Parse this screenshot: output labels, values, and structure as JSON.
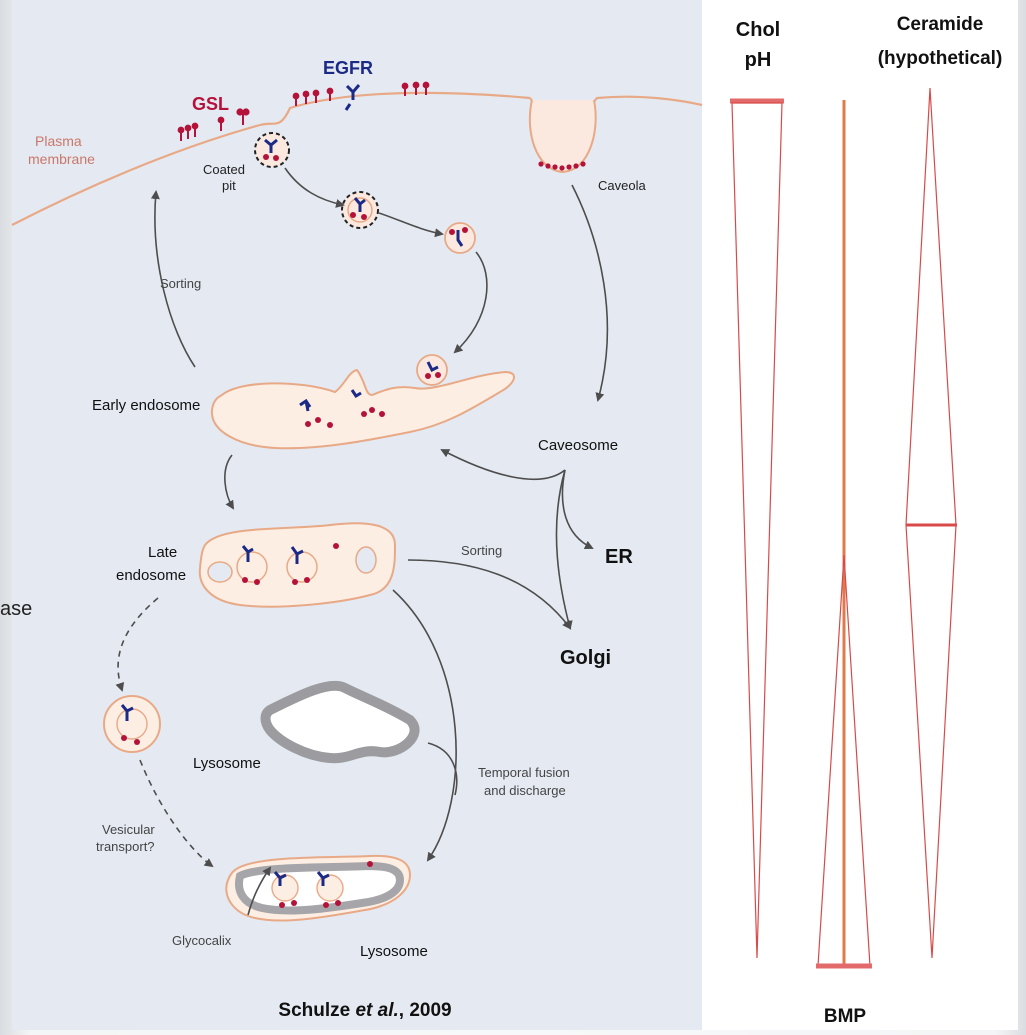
{
  "diagram": {
    "labels": {
      "gsl": "GSL",
      "egfr": "EGFR",
      "plasma_membrane_1": "Plasma",
      "plasma_membrane_2": "membrane",
      "coated_pit_1": "Coated",
      "coated_pit_2": "pit",
      "caveola": "Caveola",
      "sorting_upper": "Sorting",
      "early_endosome": "Early endosome",
      "caveosome": "Caveosome",
      "er": "ER",
      "late_endosome_1": "Late",
      "late_endosome_2": "endosome",
      "sorting_right": "Sorting",
      "golgi": "Golgi",
      "lysosome_upper": "Lysosome",
      "temporal_fusion_1": "Temporal fusion",
      "temporal_fusion_2": "and discharge",
      "vesicular_transport_1": "Vesicular",
      "vesicular_transport_2": "transport?",
      "glycocalix": "Glycocalix",
      "lysosome_lower": "Lysosome"
    },
    "citation": {
      "authors": "Schulze ",
      "etal": "et al.",
      "year": ", 2009"
    },
    "cropped_text": "ase"
  },
  "gradients": {
    "chol_ph_1": "Chol",
    "chol_ph_2": "pH",
    "ceramide_1": "Ceramide",
    "ceramide_2": "(hypothetical)",
    "bmp": "BMP"
  },
  "colors": {
    "membrane": "#e8a987",
    "cell_bg": "#e5eaf2",
    "organelle_fill": "#fdeee3",
    "gsl_red": "#b5123a",
    "egfr_blue": "#1b2a86",
    "arrow_grey": "#4d4d4d",
    "gradient_red": "#d84a4a",
    "gradient_accent": "#e26a6a"
  }
}
